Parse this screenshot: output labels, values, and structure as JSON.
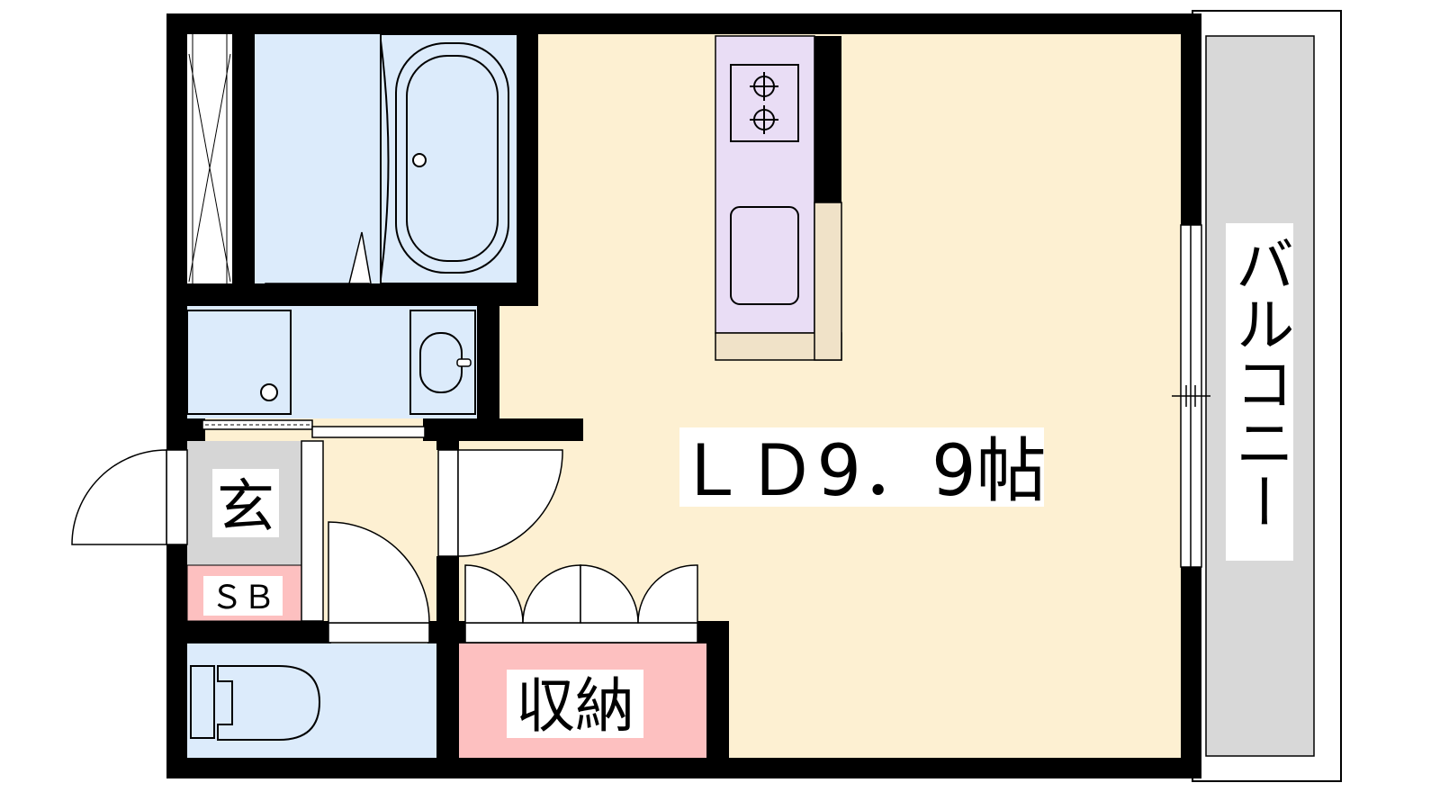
{
  "plan": {
    "living_label": "ＬＤ9．9帖",
    "entrance_label": "玄",
    "shoe_box_label": "ＳＢ",
    "storage_label": "収納",
    "balcony_label": "バルコニー"
  },
  "colors": {
    "wall": "#000000",
    "living": "#FDF0D2",
    "wet_area": "#DCEBFB",
    "kitchen": "#E9DDF5",
    "counter": "#F0E2C8",
    "entrance": "#D6D6D6",
    "storage": "#FDC0C0",
    "balcony": "#D8D8D8"
  }
}
